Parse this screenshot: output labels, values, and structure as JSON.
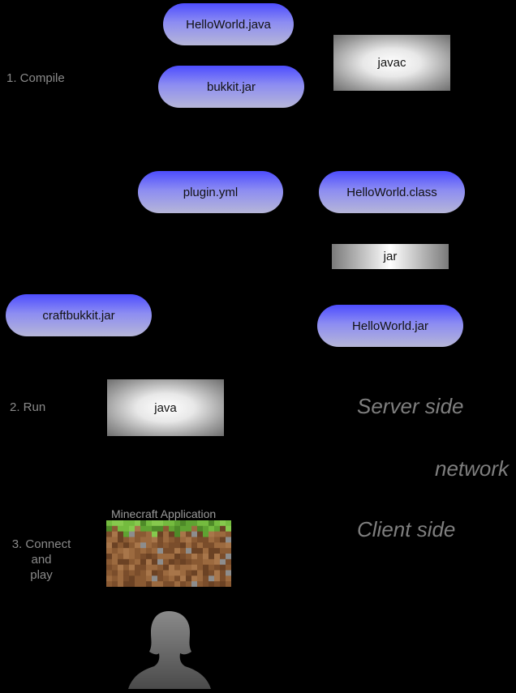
{
  "steps": {
    "compile": "1. Compile",
    "run": "2. Run",
    "connect": [
      "3. Connect",
      "and",
      "play"
    ]
  },
  "files": {
    "helloworld_java": "HelloWorld.java",
    "bukkit_jar": "bukkit.jar",
    "plugin_yml": "plugin.yml",
    "helloworld_class": "HelloWorld.class",
    "craftbukkit_jar": "craftbukkit.jar",
    "helloworld_jar": "HelloWorld.jar"
  },
  "tools": {
    "javac": "javac",
    "jar": "jar",
    "java": "java"
  },
  "zones": {
    "server": "Server side",
    "network": "network",
    "client": "Client side"
  },
  "app": {
    "label": "Minecraft Application",
    "icon": "minecraft-grass-block-icon"
  },
  "user": {
    "icon": "person-silhouette-icon"
  },
  "colors": {
    "background": "#000000",
    "pill_top": "#4d4dff",
    "pill_bottom": "#b6b6d8",
    "zone_text": "#7f7f7f"
  }
}
